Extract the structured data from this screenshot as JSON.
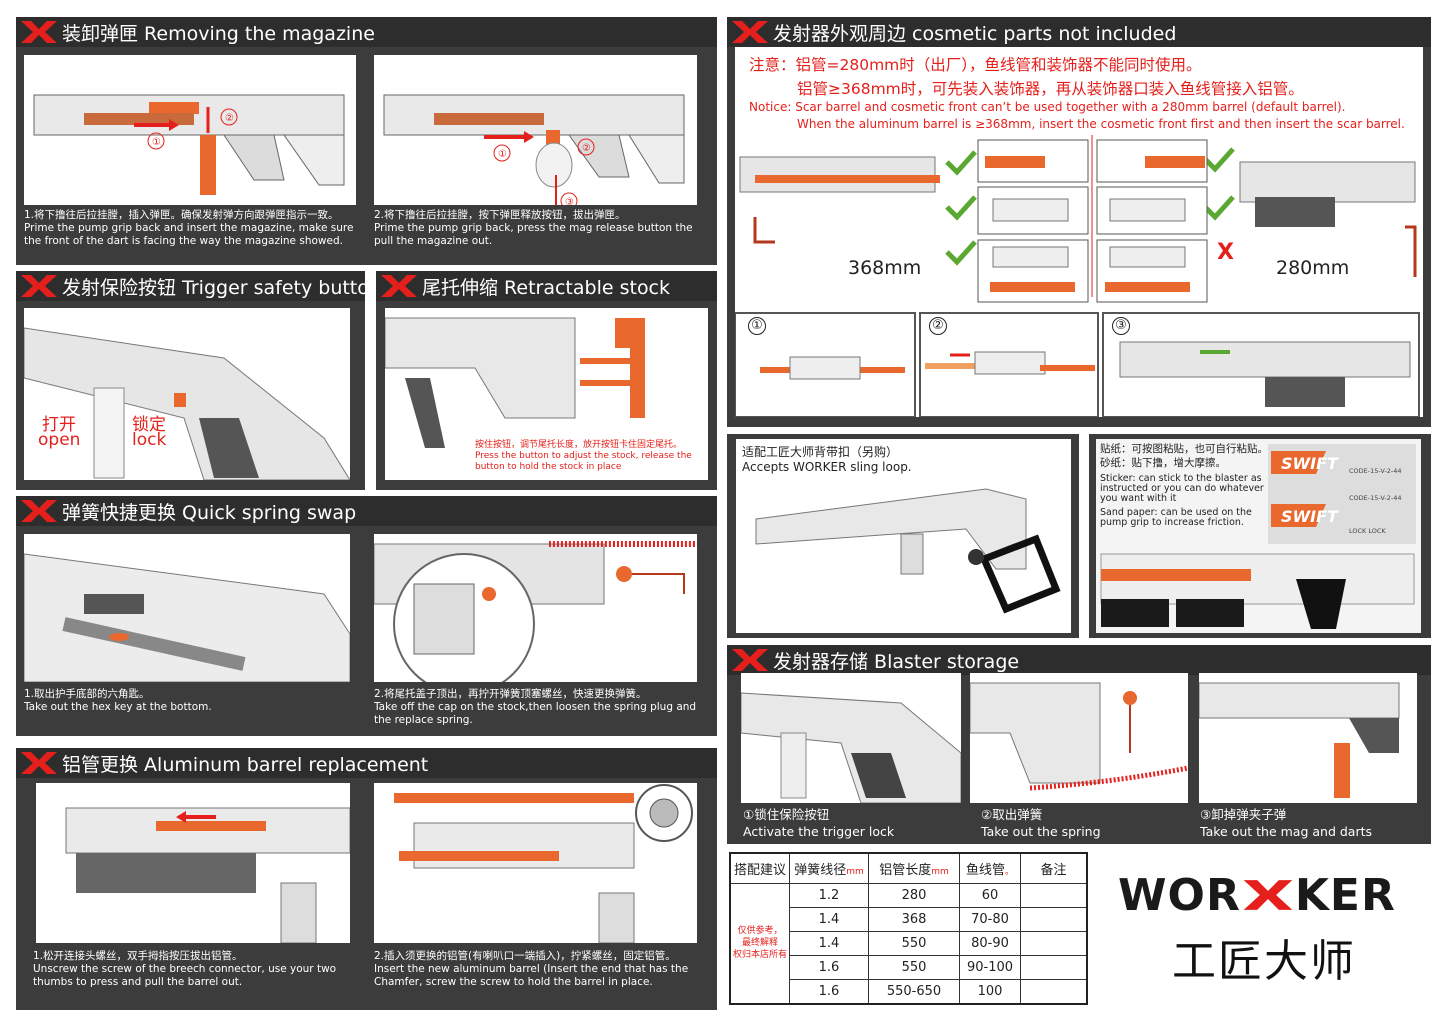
{
  "colors": {
    "accent": "#e5201c",
    "orange": "#e8682d",
    "panel": "#3c3c3c",
    "header": "#2d2d2d",
    "check": "#5aa832"
  },
  "sec_mag": {
    "title": "装卸弹匣 Removing the magazine",
    "cap1_zh": "1.将下撸往后拉挂膛，插入弹匣。确保发射弹方向跟弹匣指示一致。",
    "cap1_en": "Prime the pump grip back and insert the magazine, make sure the front of the dart is facing the way the magazine showed.",
    "cap2_zh": "2.将下撸往后拉挂膛，按下弹匣释放按钮，拔出弹匣。",
    "cap2_en": "Prime the pump grip back, press the mag release button the pull the magazine out.",
    "s1": "①",
    "s2": "②",
    "s3": "③"
  },
  "sec_safety": {
    "title": "发射保险按钮 Trigger safety button",
    "open_zh": "打开",
    "open_en": "open",
    "lock_zh": "锁定",
    "lock_en": "lock"
  },
  "sec_stock": {
    "title": "尾托伸缩 Retractable stock",
    "note_zh": "按住按钮，调节尾托长度，放开按钮卡住固定尾托。",
    "note_en": "Press the button to adjust the stock, release the button to hold the stock in place"
  },
  "sec_spring": {
    "title": "弹簧快捷更换 Quick spring swap",
    "cap1_zh": "1.取出护手底部的六角匙。",
    "cap1_en": "Take out the hex key at the bottom.",
    "cap2_zh": "2.将尾托盖子顶出，再拧开弹簧顶塞螺丝，快速更换弹簧。",
    "cap2_en": "Take off the cap on the stock,then loosen the spring plug and the replace spring."
  },
  "sec_barrel": {
    "title": "铝管更换 Aluminum barrel replacement",
    "cap1_zh": "1.松开连接头螺丝，双手拇指按压拔出铝管。",
    "cap1_en": "Unscrew the screw of the breech connector, use your two thumbs to press and pull the barrel out.",
    "cap2_zh": "2.插入须更换的铝管(有喇叭口一端插入)，拧紧螺丝，固定铝管。",
    "cap2_en": "Insert the new aluminum barrel (Insert the end that has the Chamfer, screw the screw to hold the barrel in place."
  },
  "sec_cosmetic": {
    "title": "发射器外观周边  cosmetic parts not included",
    "notice_zh1": "注意：铝管=280mm时（出厂），鱼线管和装饰器不能同时使用。",
    "notice_zh2": "铝管≥368mm时，可先装入装饰器，再从装饰器口装入鱼线管接入铝管。",
    "notice_en1": "Notice: Scar barrel and cosmetic front can’t be used together with a 280mm barrel (default barrel).",
    "notice_en2": "When the aluminum barrel is ≥368mm, insert the cosmetic front first and then insert the scar barrel.",
    "len_left": "368mm",
    "len_right": "280mm",
    "cross": "X",
    "s1": "①",
    "s2": "②",
    "s3": "③"
  },
  "sec_sling": {
    "title_zh": "适配工匠大师背带扣（另购）",
    "title_en": "Accepts WORKER sling loop."
  },
  "sec_sticker": {
    "l1": "贴纸：可按图粘贴，也可自行粘贴。",
    "l2": "砂纸：贴下撸，增大摩擦。",
    "en1": "Sticker: can stick to the blaster as instructed or you can do whatever you want with it",
    "en2": "Sand paper: can be used on the pump grip to increase friction.",
    "swift": "SWIFT",
    "code": "CODE-15-V-2-44",
    "lock": "LOCK LOCK"
  },
  "sec_storage": {
    "title": "发射器存储 Blaster storage",
    "c1_zh": "①锁住保险按钮",
    "c1_en": "Activate the trigger lock",
    "c2_zh": "②取出弹簧",
    "c2_en": "Take out the spring",
    "c3_zh": "③卸掉弹夹子弹",
    "c3_en": "Take out the mag and darts"
  },
  "table": {
    "h1": "搭配建议",
    "h2": "弹簧线径",
    "h2u": "mm",
    "h3": "铝管长度",
    "h3u": "mm",
    "h4": "鱼线管",
    "h4u": "。",
    "h5": "备注",
    "side1": "仅供参考，",
    "side2": "最终解释",
    "side3": "权归本店所有",
    "rows": [
      [
        "1.2",
        "280",
        "60"
      ],
      [
        "1.4",
        "368",
        "70-80"
      ],
      [
        "1.4",
        "550",
        "80-90"
      ],
      [
        "1.6",
        "550",
        "90-100"
      ],
      [
        "1.6",
        "550-650",
        "100"
      ]
    ]
  },
  "brand": {
    "logo_left": "WOR",
    "logo_right": "KER",
    "cn": "工匠大师"
  }
}
